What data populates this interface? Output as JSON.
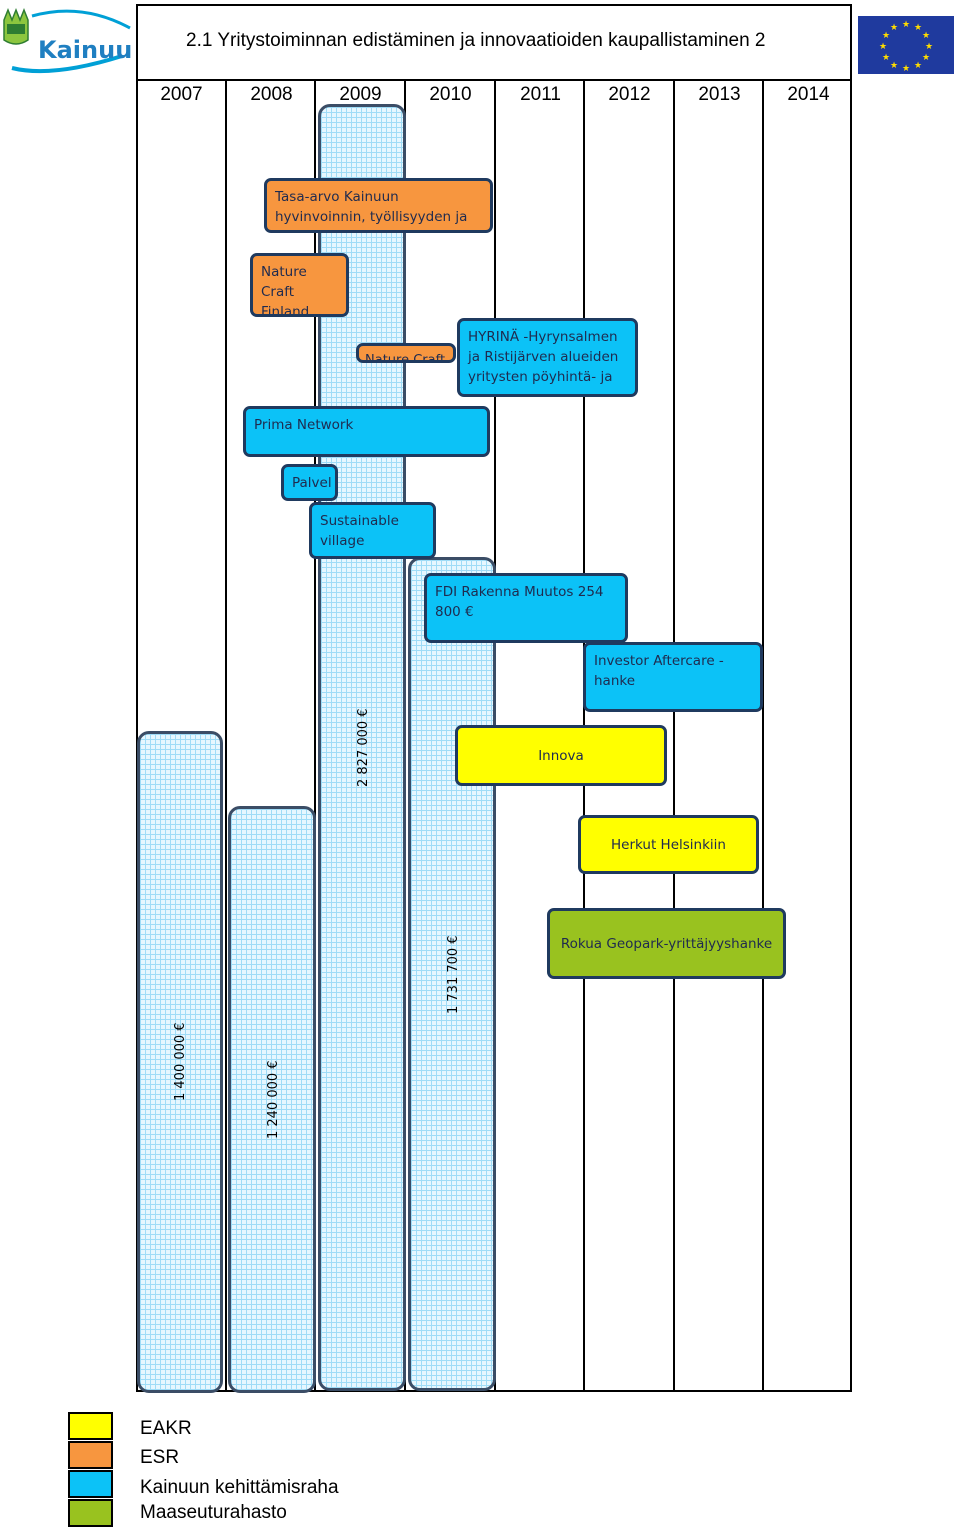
{
  "title": "2.1 Yritystoiminnan edistäminen ja innovaatioiden kaupallistaminen 2",
  "logo_text": "Kainuu",
  "years": [
    "2007",
    "2008",
    "2009",
    "2010",
    "2011",
    "2012",
    "2013",
    "2014"
  ],
  "budgets": [
    {
      "year": "2007",
      "amount": "1 400 000 €"
    },
    {
      "year": "2008",
      "amount": "1 240 000 €"
    },
    {
      "year": "2009",
      "amount": "2 827 000 €"
    },
    {
      "year": "2010",
      "amount": "1 731 700 €"
    }
  ],
  "projects": {
    "tasa_arvo": {
      "text": "Tasa-arvo Kainuun hyvinvoinnin, työllisyyden ja kilpailukyvyn",
      "fund": "ESR"
    },
    "nature_craft_finland": {
      "text": "Nature Craft Finland",
      "fund": "ESR"
    },
    "nature_craft_small": {
      "text": "Nature Craft",
      "fund": "ESR"
    },
    "hyrina": {
      "text": "HYRINÄ -Hyrynsalmen ja Ristijärven alueiden yritysten pöyhintä- ja",
      "fund": "Kainuun kehittämisraha"
    },
    "prima": {
      "text": "Prima Network",
      "fund": "Kainuun kehittämisraha"
    },
    "palvel": {
      "text": "Palvel",
      "fund": "Kainuun kehittämisraha"
    },
    "sustainable": {
      "text": "Sustainable village",
      "fund": "Kainuun kehittämisraha"
    },
    "fdi": {
      "text": "FDI Rakenna Muutos 254 800 €",
      "fund": "Kainuun kehittämisraha"
    },
    "investor": {
      "text": "Investor Aftercare -hanke",
      "fund": "Kainuun kehittämisraha"
    },
    "innova": {
      "text": "Innova",
      "fund": "EAKR"
    },
    "herkut": {
      "text": "Herkut Helsinkiin",
      "fund": "EAKR"
    },
    "rokua": {
      "text": "Rokua Geopark-yrittäjyyshanke",
      "fund": "Maaseuturahasto"
    }
  },
  "legend": [
    {
      "label": "EAKR",
      "color": "#ffff00"
    },
    {
      "label": "ESR",
      "color": "#f7963f"
    },
    {
      "label": "Kainuun kehittämisraha",
      "color": "#0cc2f7"
    },
    {
      "label": "Maaseuturahasto",
      "color": "#99c21f"
    }
  ],
  "colors": {
    "esr": "#f7963f",
    "kehittamisraha": "#0cc2f7",
    "eakr": "#ffff00",
    "maaseutu": "#99c21f",
    "eu_blue": "#1f3a9e",
    "eu_star": "#ffdd00"
  }
}
